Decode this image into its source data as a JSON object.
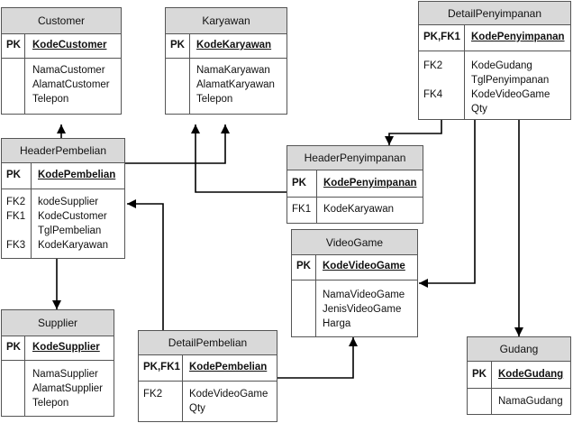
{
  "entities": {
    "customer": {
      "title": "Customer",
      "pk_key": "PK",
      "pk_field": "KodeCustomer",
      "attrs": [
        "NamaCustomer",
        "AlamatCustomer",
        "Telepon"
      ]
    },
    "karyawan": {
      "title": "Karyawan",
      "pk_key": "PK",
      "pk_field": "KodeKaryawan",
      "attrs": [
        "NamaKaryawan",
        "AlamatKaryawan",
        "Telepon"
      ]
    },
    "detail_penyimpanan": {
      "title": "DetailPenyimpanan",
      "pk_key": "PK,FK1",
      "pk_field": "KodePenyimpanan",
      "keys": [
        "FK2",
        "FK4"
      ],
      "attrs": [
        "KodeGudang",
        "TglPenyimpanan",
        "KodeVideoGame",
        "Qty"
      ]
    },
    "header_pembelian": {
      "title": "HeaderPembelian",
      "pk_key": "PK",
      "pk_field": "KodePembelian",
      "keys": [
        "FK2",
        "FK1",
        "FK3"
      ],
      "attrs": [
        "kodeSupplier",
        "KodeCustomer",
        "TglPembelian",
        "KodeKaryawan"
      ]
    },
    "header_penyimpanan": {
      "title": "HeaderPenyimpanan",
      "pk_key": "PK",
      "pk_field": "KodePenyimpanan",
      "keys": [
        "FK1"
      ],
      "attrs": [
        "KodeKaryawan"
      ]
    },
    "video_game": {
      "title": "VideoGame",
      "pk_key": "PK",
      "pk_field": "KodeVideoGame",
      "attrs": [
        "NamaVideoGame",
        "JenisVideoGame",
        "Harga"
      ]
    },
    "supplier": {
      "title": "Supplier",
      "pk_key": "PK",
      "pk_field": "KodeSupplier",
      "attrs": [
        "NamaSupplier",
        "AlamatSupplier",
        "Telepon"
      ]
    },
    "detail_pembelian": {
      "title": "DetailPembelian",
      "pk_key": "PK,FK1",
      "pk_field": "KodePembelian",
      "keys": [
        "FK2"
      ],
      "attrs": [
        "KodeVideoGame",
        "Qty"
      ]
    },
    "gudang": {
      "title": "Gudang",
      "pk_key": "PK",
      "pk_field": "KodeGudang",
      "attrs": [
        "NamaGudang"
      ]
    }
  },
  "colors": {
    "header_fill": "#d9d9d9",
    "border": "#555555",
    "line": "#000000"
  }
}
